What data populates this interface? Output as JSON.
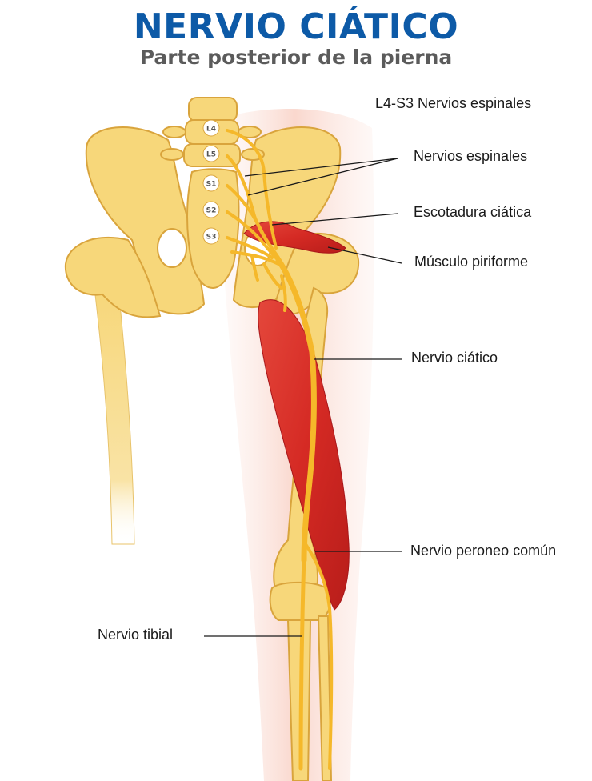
{
  "header": {
    "title": "NERVIO CIÁTICO",
    "subtitle": "Parte posterior de la pierna"
  },
  "labels": {
    "spinal_range": "L4-S3 Nervios espinales",
    "spinal_nerves": "Nervios espinales",
    "sciatic_notch": "Escotadura ciática",
    "piriformis": "Músculo piriforme",
    "sciatic_nerve": "Nervio ciático",
    "common_peroneal": "Nervio peroneo común",
    "tibial_nerve": "Nervio tibial"
  },
  "vertebrae": [
    "L4",
    "L5",
    "S1",
    "S2",
    "S3"
  ],
  "colors": {
    "title": "#0d5aa7",
    "subtitle": "#5b5b5b",
    "bone": "#f7d77a",
    "bone_outline": "#d9a43c",
    "nerve": "#f5b82a",
    "muscle": "#d8332b",
    "skin": "#fbe3dc"
  }
}
